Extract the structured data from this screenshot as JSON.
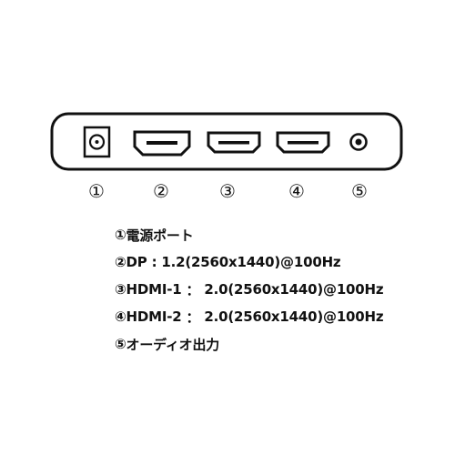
{
  "ports": [
    {
      "number": "①",
      "icon": "dc-jack-icon"
    },
    {
      "number": "②",
      "icon": "displayport-icon"
    },
    {
      "number": "③",
      "icon": "hdmi-icon"
    },
    {
      "number": "④",
      "icon": "hdmi-icon"
    },
    {
      "number": "⑤",
      "icon": "audio-jack-icon"
    }
  ],
  "legend": [
    {
      "number": "①",
      "name": "電源ポート",
      "sep": "",
      "spec": ""
    },
    {
      "number": "②",
      "name": "DP",
      "sep": " : ",
      "spec": "1.2(2560x1440)@100Hz"
    },
    {
      "number": "③",
      "name": "HDMI-1",
      "sep": " ： ",
      "spec": "2.0(2560x1440)@100Hz"
    },
    {
      "number": "④",
      "name": "HDMI-2",
      "sep": " ： ",
      "spec": "2.0(2560x1440)@100Hz"
    },
    {
      "number": "⑤",
      "name": "オーディオ出力",
      "sep": "",
      "spec": ""
    }
  ],
  "colors": {
    "stroke": "#111111",
    "background": "#ffffff"
  }
}
